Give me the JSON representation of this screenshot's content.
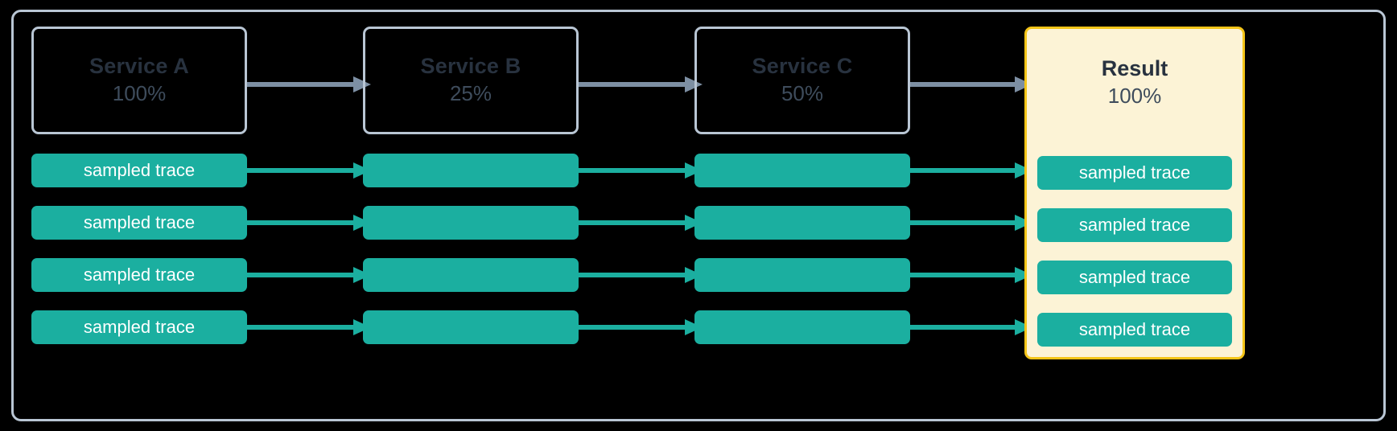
{
  "diagram": {
    "title": "trace sampling pipeline",
    "colors": {
      "frame_border": "#b9c6d4",
      "service_border": "#b9c6d4",
      "service_text": "#28323f",
      "trace_fill": "#1bafa0",
      "trace_text": "#ffffff",
      "result_fill": "#fcf3d6",
      "result_border": "#f5c518",
      "gray_arrow": "#7d8fa3",
      "teal_arrow": "#1bafa0",
      "background": "#000000"
    }
  },
  "columns": [
    {
      "id": "service-a",
      "name": "Service A",
      "rate": "100%",
      "highlighted": false,
      "traces": [
        {
          "label": "sampled trace",
          "labeled": true
        },
        {
          "label": "sampled trace",
          "labeled": true
        },
        {
          "label": "sampled trace",
          "labeled": true
        },
        {
          "label": "sampled trace",
          "labeled": true
        }
      ]
    },
    {
      "id": "service-b",
      "name": "Service B",
      "rate": "25%",
      "highlighted": false,
      "traces": [
        {
          "label": "",
          "labeled": false
        },
        {
          "label": "",
          "labeled": false
        },
        {
          "label": "",
          "labeled": false
        },
        {
          "label": "",
          "labeled": false
        }
      ]
    },
    {
      "id": "service-c",
      "name": "Service C",
      "rate": "50%",
      "highlighted": false,
      "traces": [
        {
          "label": "",
          "labeled": false
        },
        {
          "label": "",
          "labeled": false
        },
        {
          "label": "",
          "labeled": false
        },
        {
          "label": "",
          "labeled": false
        }
      ]
    },
    {
      "id": "result",
      "name": "Result",
      "rate": "100%",
      "highlighted": true,
      "traces": [
        {
          "label": "sampled trace",
          "labeled": true
        },
        {
          "label": "sampled trace",
          "labeled": true
        },
        {
          "label": "sampled trace",
          "labeled": true
        },
        {
          "label": "sampled trace",
          "labeled": true
        }
      ]
    }
  ],
  "arrows": {
    "gaps": [
      {
        "id": "a-to-b",
        "header_arrow": "gray",
        "trace_arrows": "teal",
        "count": 4
      },
      {
        "id": "b-to-c",
        "header_arrow": "gray",
        "trace_arrows": "teal",
        "count": 4
      },
      {
        "id": "c-to-result",
        "header_arrow": "gray",
        "trace_arrows": "teal",
        "count": 4
      }
    ]
  }
}
